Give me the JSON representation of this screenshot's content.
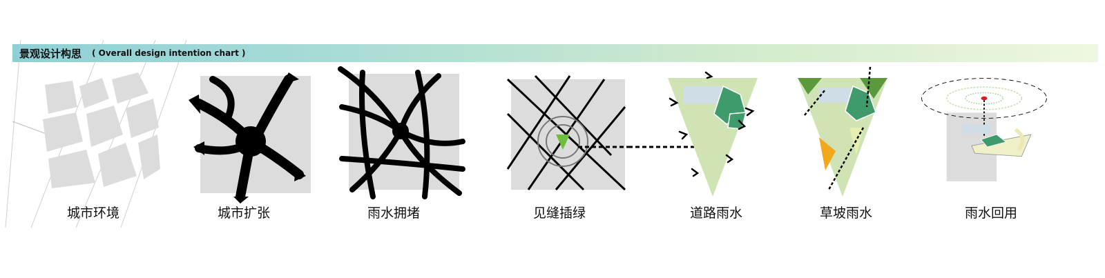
{
  "header": {
    "title": "景观设计构思",
    "subtitle": "( Overall design intention chart )"
  },
  "panels": [
    {
      "label": "城市环境"
    },
    {
      "label": "城市扩张"
    },
    {
      "label": "雨水拥堵"
    },
    {
      "label": "见缝插绿"
    },
    {
      "label": "道路雨水"
    },
    {
      "label": "草坡雨水"
    },
    {
      "label": "雨水回用"
    }
  ],
  "colors": {
    "header_gradient_start": "#8fd0d6",
    "header_gradient_end": "#eef7e2",
    "block_grey": "#dcdcdc",
    "road_black": "#000000",
    "light_green": "#cfe3b4",
    "dark_green": "#3f9b6b",
    "pale_blue": "#cfdde6",
    "orange": "#f0a81c",
    "red_dot": "#d91e1e"
  }
}
